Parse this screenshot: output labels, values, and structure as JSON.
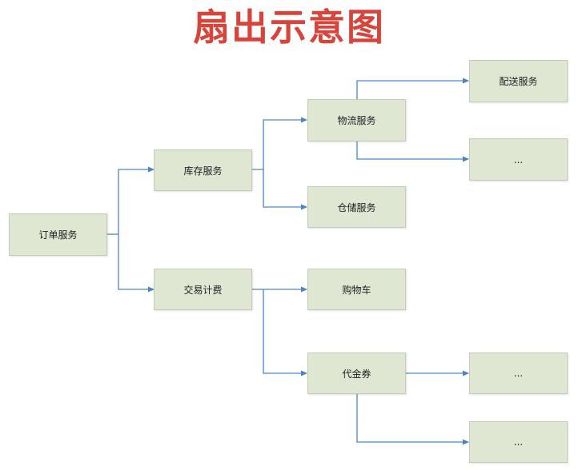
{
  "title": "扇出示意图",
  "colors": {
    "title": "#d9443a",
    "node_fill": "#dfe7d3",
    "node_border": "#c2ccb6",
    "connector": "#4a86c5"
  },
  "nodes": {
    "order": "订单服务",
    "inventory": "库存服务",
    "trade_billing": "交易计费",
    "logistics": "物流服务",
    "warehouse": "仓储服务",
    "cart": "购物车",
    "voucher": "代金券",
    "delivery": "配送服务",
    "more_logistics": "...",
    "more_voucher_1": "...",
    "more_voucher_2": "..."
  }
}
